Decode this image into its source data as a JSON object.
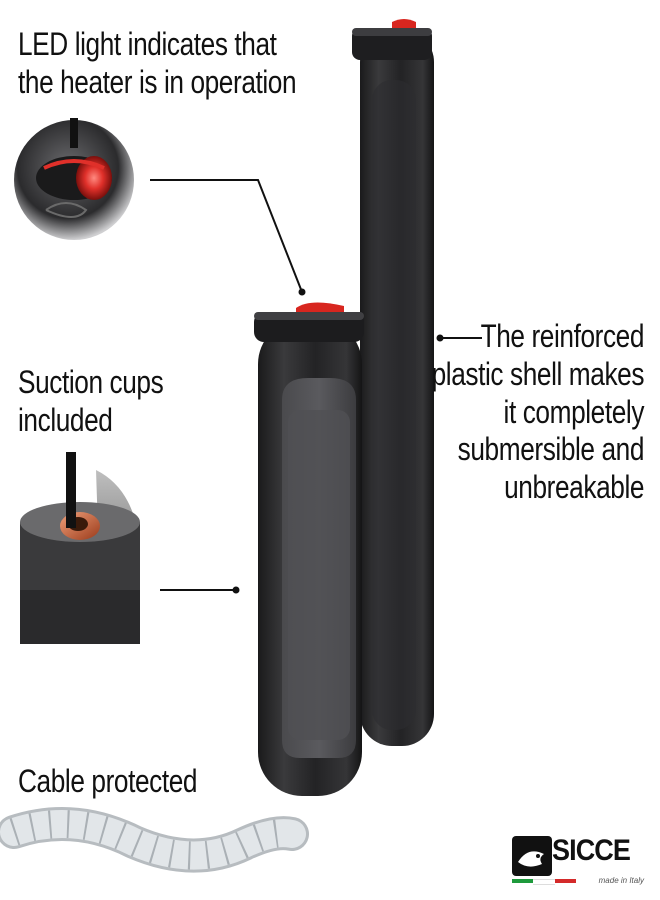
{
  "captions": {
    "led": [
      "LED light indicates that",
      "the heater is in operation"
    ],
    "suction": [
      "Suction cups",
      "included"
    ],
    "shell": [
      "The reinforced",
      "plastic shell makes",
      "it completely",
      "submersible and",
      "unbreakable"
    ],
    "cable": "Cable protected"
  },
  "brand": {
    "name": "SICCE",
    "tagline": "made in Italy",
    "flag_colors": [
      "#1e9a3c",
      "#ffffff",
      "#d42a2a"
    ]
  },
  "colors": {
    "heater_body": "#2a2a2c",
    "led_red": "#e0302a",
    "cable_guard": "#dfe3e6"
  }
}
